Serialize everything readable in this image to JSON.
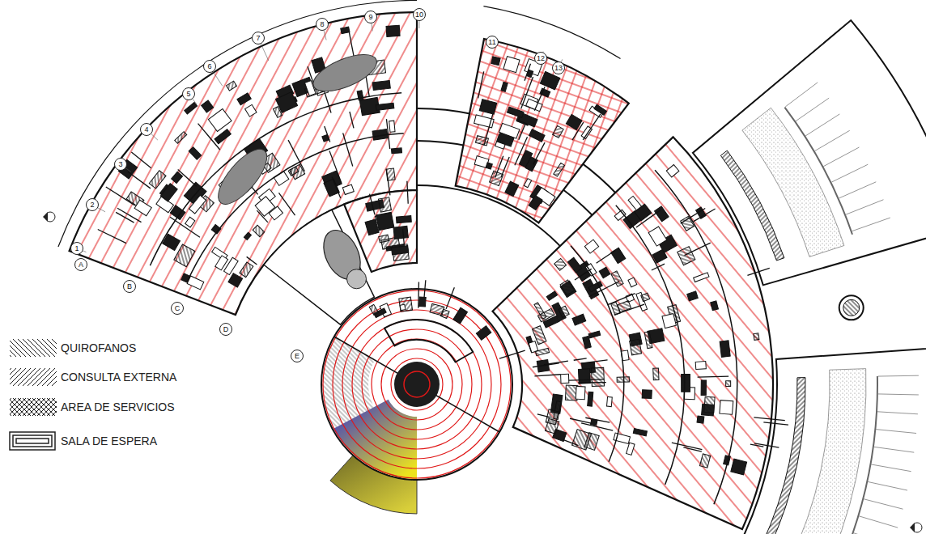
{
  "diagram": {
    "labels": [
      "1",
      "2",
      "3",
      "4",
      "5",
      "6",
      "7",
      "8",
      "9",
      "10",
      "11",
      "12",
      "13",
      "A",
      "B",
      "C",
      "D",
      "E"
    ],
    "legend": [
      {
        "text": "QUIROFANOS"
      },
      {
        "text": "CONSULTA EXTERNA"
      },
      {
        "text": "AREA DE SERVICIOS"
      },
      {
        "text": "SALA DE ESPERA"
      }
    ]
  }
}
